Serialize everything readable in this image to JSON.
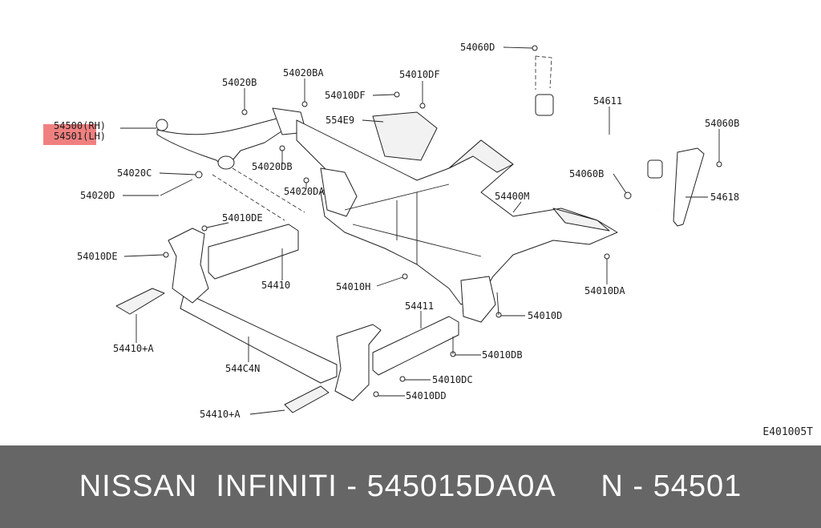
{
  "diagram": {
    "reference_code": "E401005T",
    "highlight_color": "#f08080",
    "labels": {
      "l54500": "54500(RH)",
      "l54501": "54501(LH)",
      "l54020B": "54020B",
      "l54020BA": "54020BA",
      "l54010DF_a": "54010DF",
      "l54010DF_b": "54010DF",
      "l554E9": "554E9",
      "l54060D_top": "54060D",
      "l54611": "54611",
      "l54060B_right": "54060B",
      "l54060B_mid": "54060B",
      "l54618": "54618",
      "l54020C": "54020C",
      "l54020D": "54020D",
      "l54020DB": "54020DB",
      "l54020DA": "54020DA",
      "l54400M": "54400M",
      "l54010DE_top": "54010DE",
      "l54010DE_left": "54010DE",
      "l54410": "54410",
      "l54010H": "54010H",
      "l54010DA": "54010DA",
      "l54411": "54411",
      "l54010D": "54010D",
      "l54410A_left": "54410+A",
      "l54010DB": "54010DB",
      "l544C4N": "544C4N",
      "l54010DC": "54010DC",
      "l54010DD": "54010DD",
      "l54410A_bottom": "54410+A"
    }
  },
  "footer": {
    "text": "NISSAN  INFINITI - 545015DA0A     N - 54501",
    "background": "#666666"
  }
}
